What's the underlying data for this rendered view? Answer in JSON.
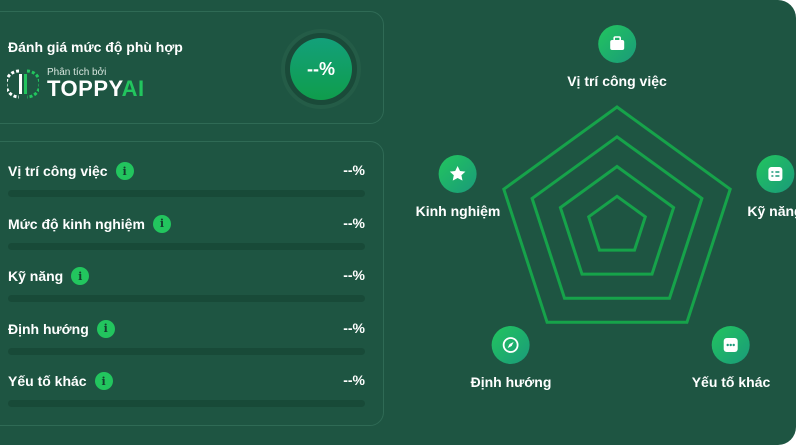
{
  "summary": {
    "title": "Đánh giá mức độ phù hợp",
    "analyzed_by": "Phân tích bởi",
    "brand": "TOPPY",
    "brand_accent": "AI",
    "score": "--%"
  },
  "criteria": [
    {
      "label": "Vị trí công việc",
      "value": "--%",
      "progress": 0
    },
    {
      "label": "Mức độ kinh nghiệm",
      "value": "--%",
      "progress": 0
    },
    {
      "label": "Kỹ năng",
      "value": "--%",
      "progress": 0
    },
    {
      "label": "Định hướng",
      "value": "--%",
      "progress": 0
    },
    {
      "label": "Yếu tố khác",
      "value": "--%",
      "progress": 0
    }
  ],
  "info_glyph": "i",
  "radar": {
    "axes": [
      {
        "label": "Vị trí công việc",
        "icon": "briefcase-icon"
      },
      {
        "label": "Kỹ năng",
        "icon": "checklist-icon"
      },
      {
        "label": "Yếu tố khác",
        "icon": "chat-dots-icon"
      },
      {
        "label": "Định hướng",
        "icon": "compass-icon"
      },
      {
        "label": "Kinh nghiệm",
        "icon": "star-icon"
      }
    ]
  },
  "colors": {
    "bg": "#1e5542",
    "accent": "#22c55e",
    "grid": "#16a34a"
  }
}
